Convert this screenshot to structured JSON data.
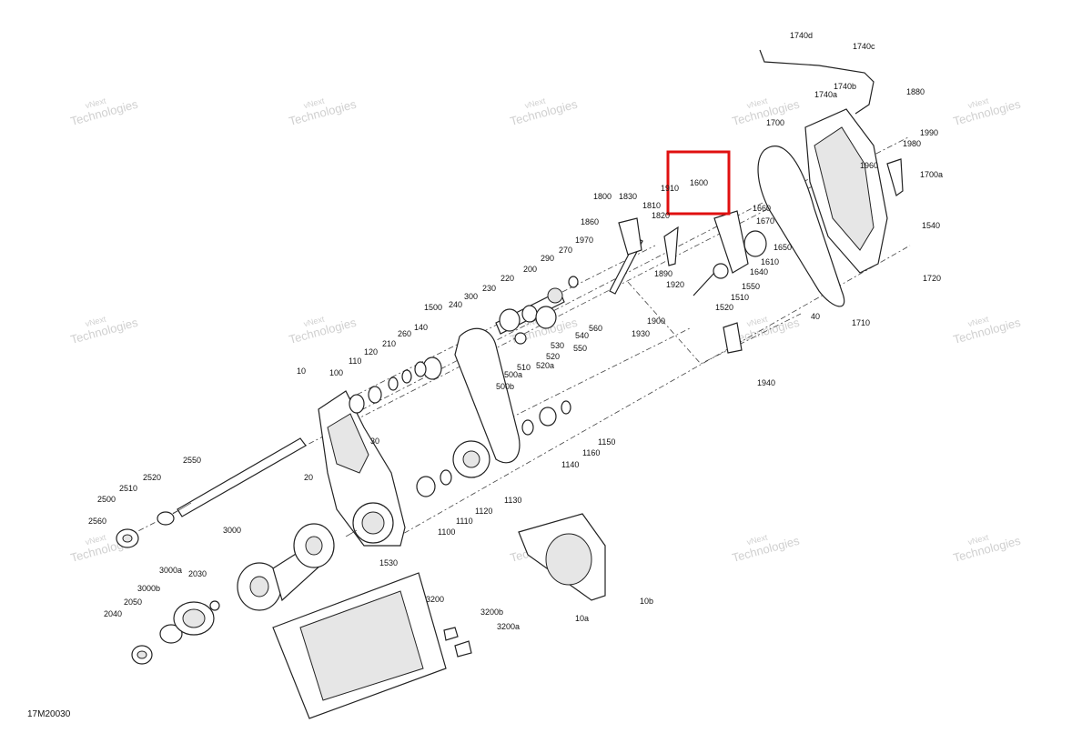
{
  "diagram_ref": "17M20030",
  "watermark_text": [
    "vNext",
    "Technologies"
  ],
  "highlight_color": "#e01010",
  "highlight_label": "1600",
  "part_labels": [
    "1740d",
    "1740c",
    "1740b",
    "1740a",
    "1880",
    "1700",
    "1990",
    "1980",
    "1960",
    "1700a",
    "1540",
    "1720",
    "1710",
    "40",
    "1800",
    "1830",
    "1810",
    "1820",
    "1910",
    "1600",
    "1660",
    "1670",
    "1650",
    "1610",
    "1640",
    "1550",
    "1510",
    "1520",
    "1890",
    "1920",
    "1860",
    "1970",
    "270",
    "290",
    "200",
    "220",
    "230",
    "300",
    "240",
    "1500",
    "140",
    "260",
    "210",
    "120",
    "110",
    "100",
    "10",
    "560",
    "540",
    "550",
    "530",
    "520",
    "520a",
    "510",
    "500a",
    "500b",
    "1900",
    "1930",
    "1940",
    "1150",
    "1160",
    "1140",
    "1130",
    "1120",
    "1110",
    "1100",
    "1530",
    "30",
    "20",
    "2550",
    "2520",
    "2510",
    "2500",
    "2560",
    "3000",
    "3000a",
    "3000b",
    "2030",
    "2050",
    "2040",
    "3200",
    "3200b",
    "3200a",
    "10a",
    "10b"
  ]
}
